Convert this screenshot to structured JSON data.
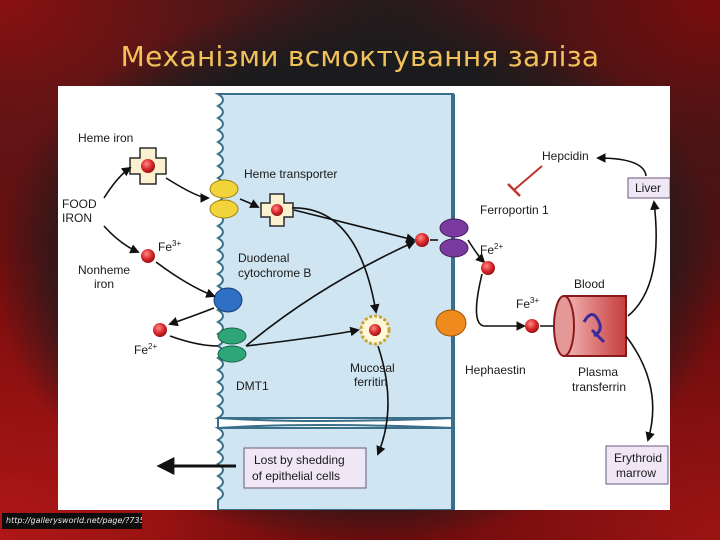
{
  "title": "Механізми всмоктування заліза",
  "source_url": "http://gallerysworld.net/page/?73524.html",
  "diagram": {
    "heme_iron": "Heme iron",
    "food_iron_line1": "FOOD",
    "food_iron_line2": "IRON",
    "fe3": "Fe",
    "fe3_sup": "3+",
    "nonheme_line1": "Nonheme",
    "nonheme_line2": "iron",
    "fe2": "Fe",
    "fe2_sup": "2+",
    "heme_transporter": "Heme transporter",
    "duodenal_line1": "Duodenal",
    "duodenal_line2": "cytochrome B",
    "dmt1": "DMT1",
    "mucosal_line1": "Mucosal",
    "mucosal_line2": "ferritin",
    "ferroportin": "Ferroportin 1",
    "hephaestin": "Hephaestin",
    "hepcidin": "Hepcidin",
    "liver": "Liver",
    "blood": "Blood",
    "plasma_line1": "Plasma",
    "plasma_line2": "transferrin",
    "erythroid_line1": "Erythroid",
    "erythroid_line2": "marrow",
    "lost_line1": "Lost by shedding",
    "lost_line2": "of epithelial cells",
    "fe2_right": "Fe",
    "fe2_right_sup": "2+",
    "fe3_right": "Fe",
    "fe3_right_sup": "3+"
  },
  "colors": {
    "title": "#f2c25a",
    "cell": "#cfe6f2",
    "cell_border": "#3a6f8a",
    "iron_dot": "#d8282b",
    "transporter_yellow": "#f2d43a",
    "cytochrome_blue": "#2f6fc4",
    "dmt1_green": "#2ea67a",
    "ferroportin_purple": "#7a3aa0",
    "hephaestin_orange": "#ef8a1e"
  }
}
